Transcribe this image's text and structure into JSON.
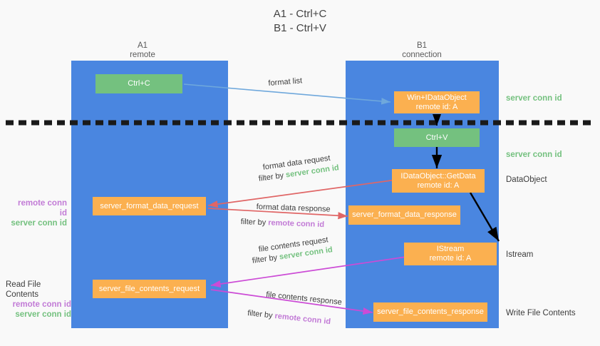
{
  "title": {
    "line1": "A1 - Ctrl+C",
    "line2": "B1 - Ctrl+V"
  },
  "columns": [
    {
      "name": "A1",
      "subtitle": "remote"
    },
    {
      "name": "B1",
      "subtitle": "connection"
    }
  ],
  "boxes": {
    "ctrl_c": "Ctrl+C",
    "ctrl_v": "Ctrl+V",
    "idataobject": {
      "line1": "Win+IDataObject",
      "line2": "remote id: A"
    },
    "getdata": {
      "line1": "IDataObject::GetData",
      "line2": "remote id: A"
    },
    "istream": {
      "line1": "IStream",
      "line2": "remote id: A"
    },
    "server_format_data_request": "server_format_data_request",
    "server_format_data_response": "server_format_data_response",
    "server_file_contents_request": "server_file_contents_request",
    "server_file_contents_response": "server_file_contents_response"
  },
  "annotations": {
    "server_conn_id_top": "server conn id",
    "server_conn_id_mid": "server conn id",
    "dataobject": "DataObject",
    "istream": "Istream",
    "write_file_contents": "Write File Contents",
    "read_file_contents": "Read File Contents",
    "remote_conn_id": "remote conn id",
    "server_conn_id": "server conn id"
  },
  "edge_labels": {
    "format_list": "format list",
    "format_data_request": "format data request",
    "format_data_request_filter_prefix": "filter by ",
    "format_data_request_filter_key": "server conn id",
    "format_data_response": "format data response",
    "format_data_response_filter_prefix": "filter by ",
    "format_data_response_filter_key": "remote conn id",
    "file_contents_request": "file contents request",
    "file_contents_request_filter_prefix": "filter by ",
    "file_contents_request_filter_key": "server conn id",
    "file_contents_response": "file contents response",
    "file_contents_response_filter_prefix": "filter by ",
    "file_contents_response_filter_key": "remote conn id"
  },
  "colors": {
    "lane": "#4a86e0",
    "orange": "#fbb050",
    "green_box": "#74c17f",
    "server_key": "#74c17f",
    "remote_key": "#c27bd6",
    "arrow_format_list": "#6fa8dc",
    "arrow_format_data": "#e06666",
    "arrow_file_contents": "#cc4bd6",
    "arrow_flow": "#000000",
    "divider": "#1a1a1a",
    "background": "#f9f9f9"
  }
}
